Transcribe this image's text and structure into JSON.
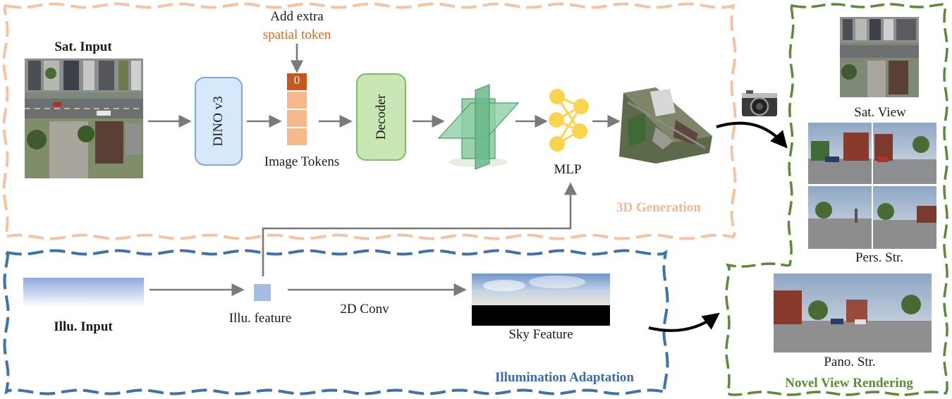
{
  "sections": {
    "generation": "3D Generation",
    "illumination": "Illumination Adaptation",
    "rendering": "Novel View Rendering"
  },
  "labels": {
    "sat_input": "Sat. Input",
    "dino": "DINO v3",
    "token_note_line1": "Add extra",
    "token_note_line2": "spatial token",
    "token_zero": "0",
    "image_tokens": "Image Tokens",
    "decoder": "Decoder",
    "mlp": "MLP",
    "illu_input": "Illu. Input",
    "illu_feature": "Illu.  feature",
    "conv": "2D Conv",
    "sky_feature": "Sky Feature",
    "sat_view": "Sat. View",
    "pers_str": "Pers. Str.",
    "pano_str": "Pano. Str."
  },
  "colors": {
    "generation_border": "#f4c3a2",
    "illumination_border": "#3f73a6",
    "rendering_border": "#5d8a3a",
    "dino_fill": "#d7e8fa",
    "dino_stroke": "#7fa8d8",
    "decoder_fill": "#c9e7b4",
    "decoder_stroke": "#7fbb5f",
    "token_fill": "#f6b98b",
    "token_head": "#c7581d",
    "mlp_node": "#fbd44f",
    "arrow": "#7a7a7a"
  },
  "icons": [
    "camera-icon",
    "triplane-icon",
    "mlp-network-icon"
  ]
}
